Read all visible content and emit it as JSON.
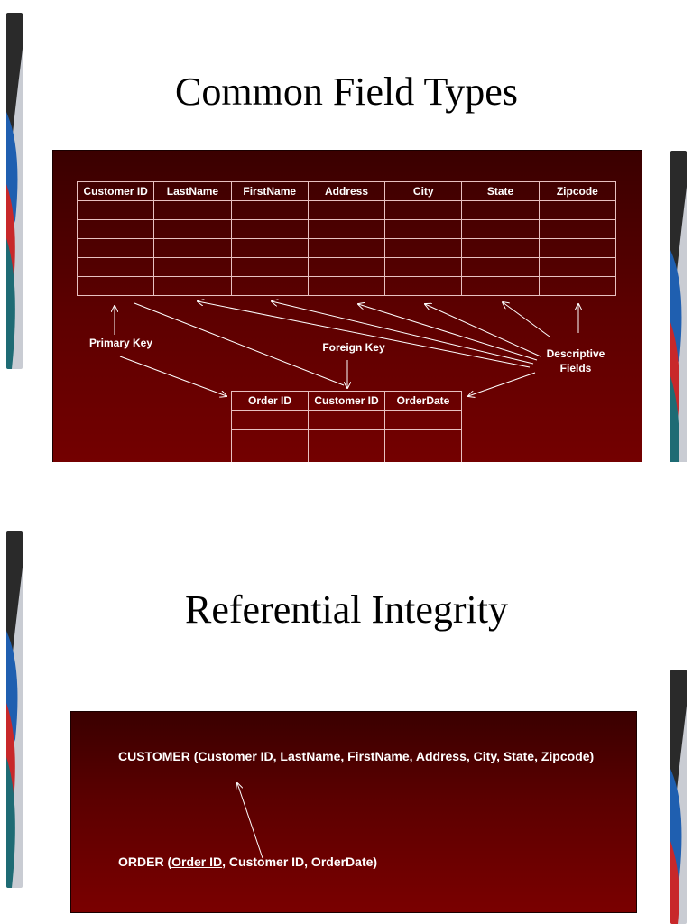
{
  "slides": [
    {
      "title": "Common Field Types",
      "customer_table": {
        "headers": [
          "Customer ID",
          "LastName",
          "FirstName",
          "Address",
          "City",
          "State",
          "Zipcode"
        ],
        "empty_rows": 5
      },
      "order_table": {
        "headers": [
          "Order ID",
          "Customer ID",
          "OrderDate"
        ],
        "empty_rows": 3
      },
      "labels": {
        "primary_key": "Primary Key",
        "foreign_key": "Foreign Key",
        "descriptive_line1": "Descriptive",
        "descriptive_line2": "Fields"
      }
    },
    {
      "title": "Referential Integrity",
      "customer": {
        "prefix": "CUSTOMER (",
        "key": "Customer ID",
        "rest": ", LastName, FirstName, Address, City, State, Zipcode)"
      },
      "order": {
        "prefix": "ORDER (",
        "key": "Order ID",
        "rest": ", Customer ID, OrderDate)"
      }
    }
  ],
  "colors": {
    "panel_top": "#3a0000",
    "panel_bottom": "#7a0000",
    "grid_line": "#e8c0c0",
    "text_on_panel": "#ffffff"
  }
}
